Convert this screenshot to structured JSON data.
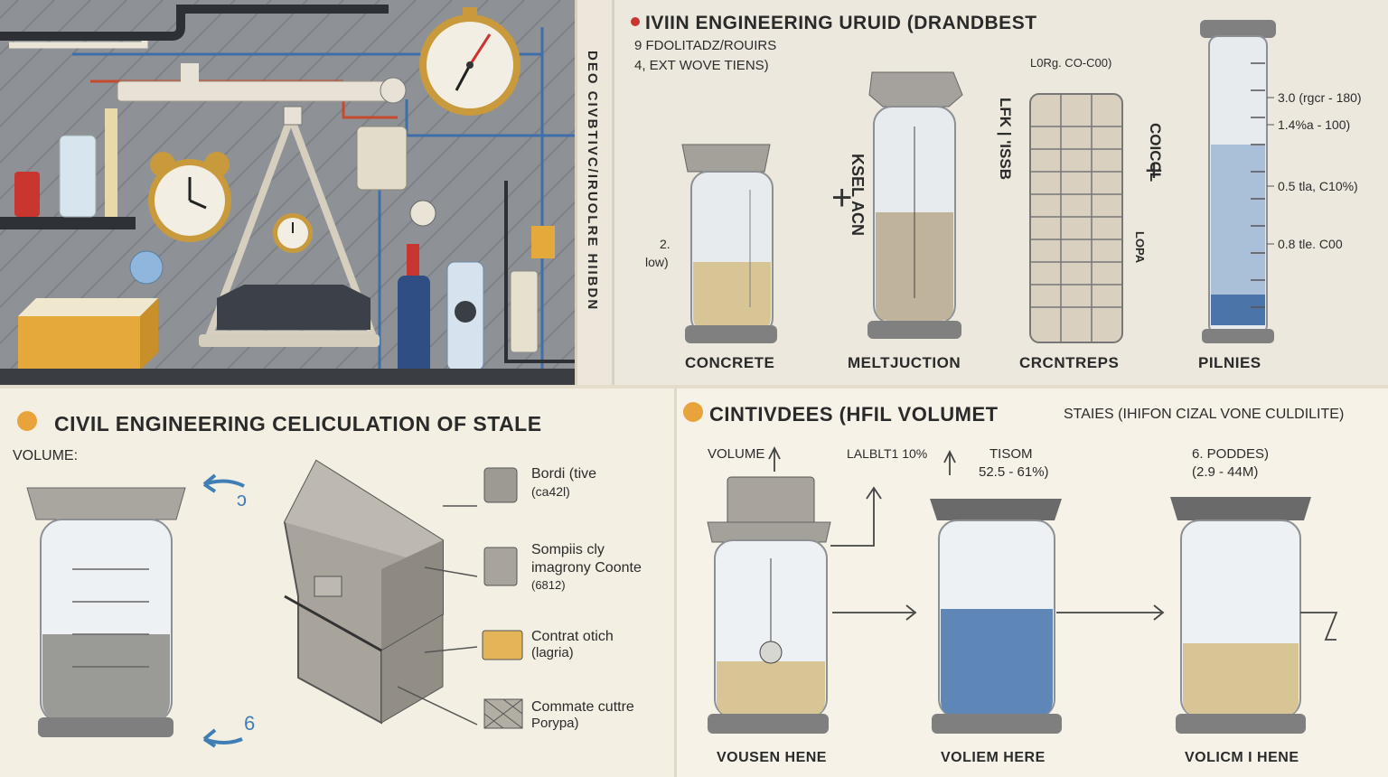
{
  "top_right": {
    "title": "IVIIN ENGINEERING URUID (DRANDBEST",
    "sub1": "9 FDOLITADZ/ROUIRS",
    "sub2": "4, EXT WOVE TIENS)",
    "strip_text": "DEO CIVBTIVC/IRUOLRE HIIBDN",
    "low_num": "2.",
    "low_text": "low)",
    "ksel_label": "KSEL ACN",
    "lfk_label": "LFK | 'ISSB",
    "grid_top_label": "L0Rg. CO-C00)",
    "cocl_label": "COICCL",
    "rpa_label": "LOPA",
    "cyl_labels": [
      "3.0 (rgcr - 180)",
      "1.4%a - 100)",
      "0.5 tla, C10%)",
      "0.8 tle. C00"
    ],
    "captions": [
      "CONCRETE",
      "MELTJUCTION",
      "CRCNTREPS",
      "PILNIES"
    ]
  },
  "bottom_left": {
    "title": "CIVIL ENGINEERING CELICULATION OF STALE",
    "volume_label": "VOLUME:",
    "legend": [
      {
        "label": "Bordi (tive",
        "sub": "(ca42l)",
        "icon": "block-icon"
      },
      {
        "label": "Sompiis cly",
        "sub": "imagrony Coonte",
        "sub2": "(6812)",
        "icon": "cube-icon"
      },
      {
        "label": "Contrat otich",
        "sub": "(lagria)",
        "icon": "slab-icon"
      },
      {
        "label": "Commate cuttre",
        "sub": "Porypa)",
        "icon": "mesh-icon"
      }
    ]
  },
  "bottom_right": {
    "title": "CINTIVDEES (HFIL VOLUMET",
    "states": "STAIES (IHIFON CIZAL VONE CULDILITE)",
    "volume_label": "VOLUME",
    "label_a": "LALBLT1 10%",
    "label_b_1": "TISOM",
    "label_b_2": "52.5 - 61%)",
    "label_c_1": "6. PODDES)",
    "label_c_2": "(2.9 - 44M)",
    "captions": [
      "VOUSEN HENE",
      "VOLIEM HERE",
      "VOLICM I HENE"
    ]
  },
  "colors": {
    "accent": "#e8a43a",
    "red_dot": "#c9362f",
    "water_blue": "#5e87b8",
    "sand": "#d8c596",
    "concrete": "#9a9a96",
    "arrow_blue": "#3f7fb5"
  }
}
